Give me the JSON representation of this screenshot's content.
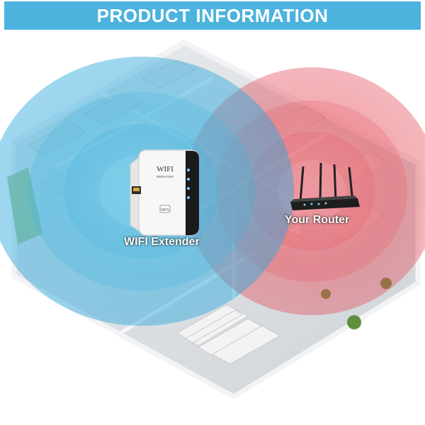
{
  "banner": {
    "title": "PRODUCT INFORMATION"
  },
  "device": {
    "brand": "WIFI",
    "model": "REPEATER"
  },
  "labels": {
    "extender": "WIFI Extender",
    "router": "Your Router"
  },
  "colors": {
    "banner": "#4bb3dd",
    "extender_signal": "#3fb4e0",
    "router_signal": "#e8545e"
  }
}
